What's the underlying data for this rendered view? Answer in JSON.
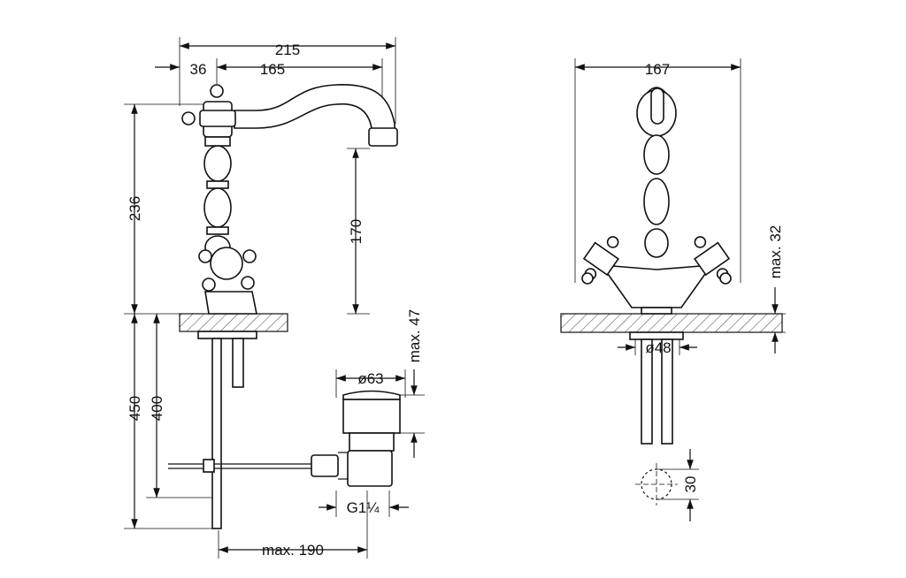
{
  "drawing": {
    "side_view": {
      "total_width": "215",
      "offset": "36",
      "spout_reach": "165",
      "height_above_counter": "236",
      "spout_height": "170",
      "below_counter_total": "450",
      "below_counter_hose": "400",
      "drain_max_reach": "max. 190"
    },
    "drain": {
      "diameter": "ø63",
      "max_height": "max. 47",
      "thread": "G1¼"
    },
    "front_view": {
      "width": "167",
      "max_thickness": "max. 32",
      "base_diameter": "ø48",
      "hole_diameter": "30"
    }
  }
}
